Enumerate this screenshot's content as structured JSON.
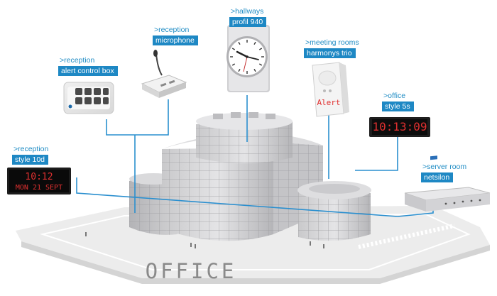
{
  "labels": {
    "hallways": {
      "line1": ">hallways",
      "line2": "profil 940"
    },
    "reception_mic": {
      "line1": ">reception",
      "line2": "microphone"
    },
    "meeting": {
      "line1": ">meeting rooms",
      "line2": "harmonys trio"
    },
    "reception_alert": {
      "line1": ">reception",
      "line2": "alert control box"
    },
    "office_clock": {
      "line1": ">office",
      "line2": "style 5s"
    },
    "reception_style": {
      "line1": ">reception",
      "line2": "style 10d"
    },
    "server": {
      "line1": ">server room",
      "line2": "netsilon"
    }
  },
  "displays": {
    "style10d_line1": "10:12",
    "style10d_line2": "MON 21 SEPT",
    "style5s_time": "10:13:09",
    "alert_text": "Alert"
  },
  "building_word": "OFFICE",
  "colors": {
    "label_blue": "#1e88c4",
    "cable_blue": "#2a8fcf",
    "led_red": "#e03030"
  },
  "icons": [
    "wall-clock-icon",
    "microphone-icon",
    "alert-panel-icon",
    "alert-control-box-icon",
    "led-clock-icon",
    "calendar-clock-icon",
    "server-rack-icon"
  ]
}
